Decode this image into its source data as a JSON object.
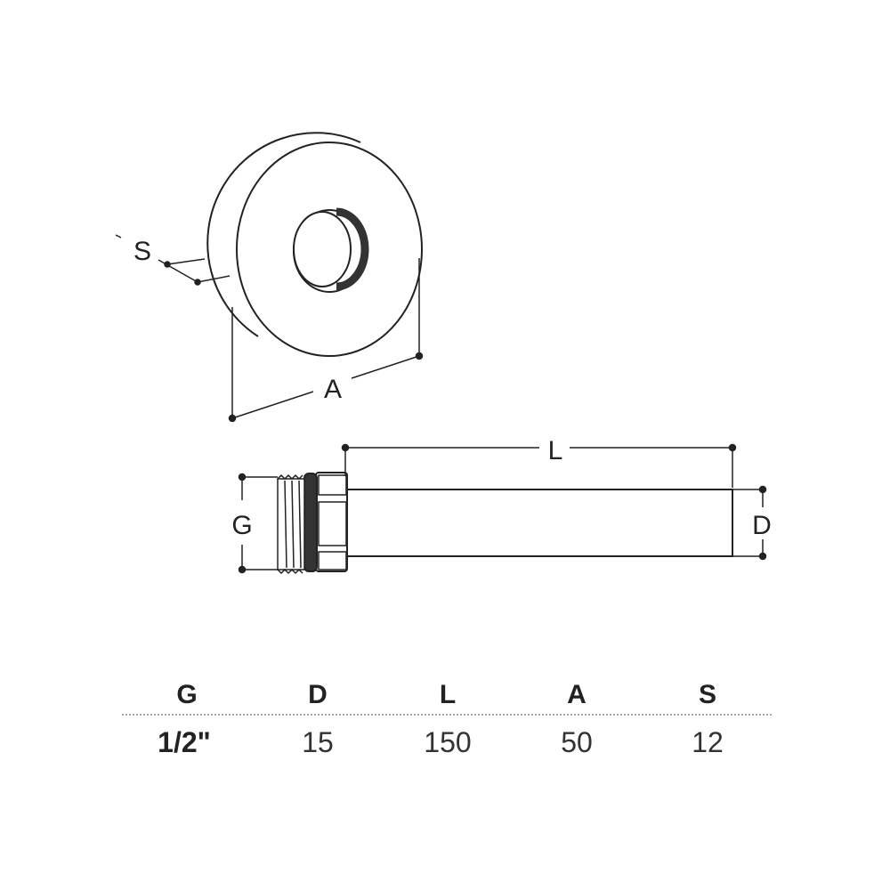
{
  "drawing": {
    "rosette_labels": {
      "thickness": "S",
      "diameter": "A"
    },
    "fitting_labels": {
      "length": "L",
      "thread": "G",
      "pipe_diameter": "D"
    }
  },
  "table": {
    "headers": [
      "G",
      "D",
      "L",
      "A",
      "S"
    ],
    "rows": [
      [
        "1/2\"",
        "15",
        "150",
        "50",
        "12"
      ]
    ]
  },
  "colors": {
    "line": "#222222",
    "text": "#222222"
  }
}
